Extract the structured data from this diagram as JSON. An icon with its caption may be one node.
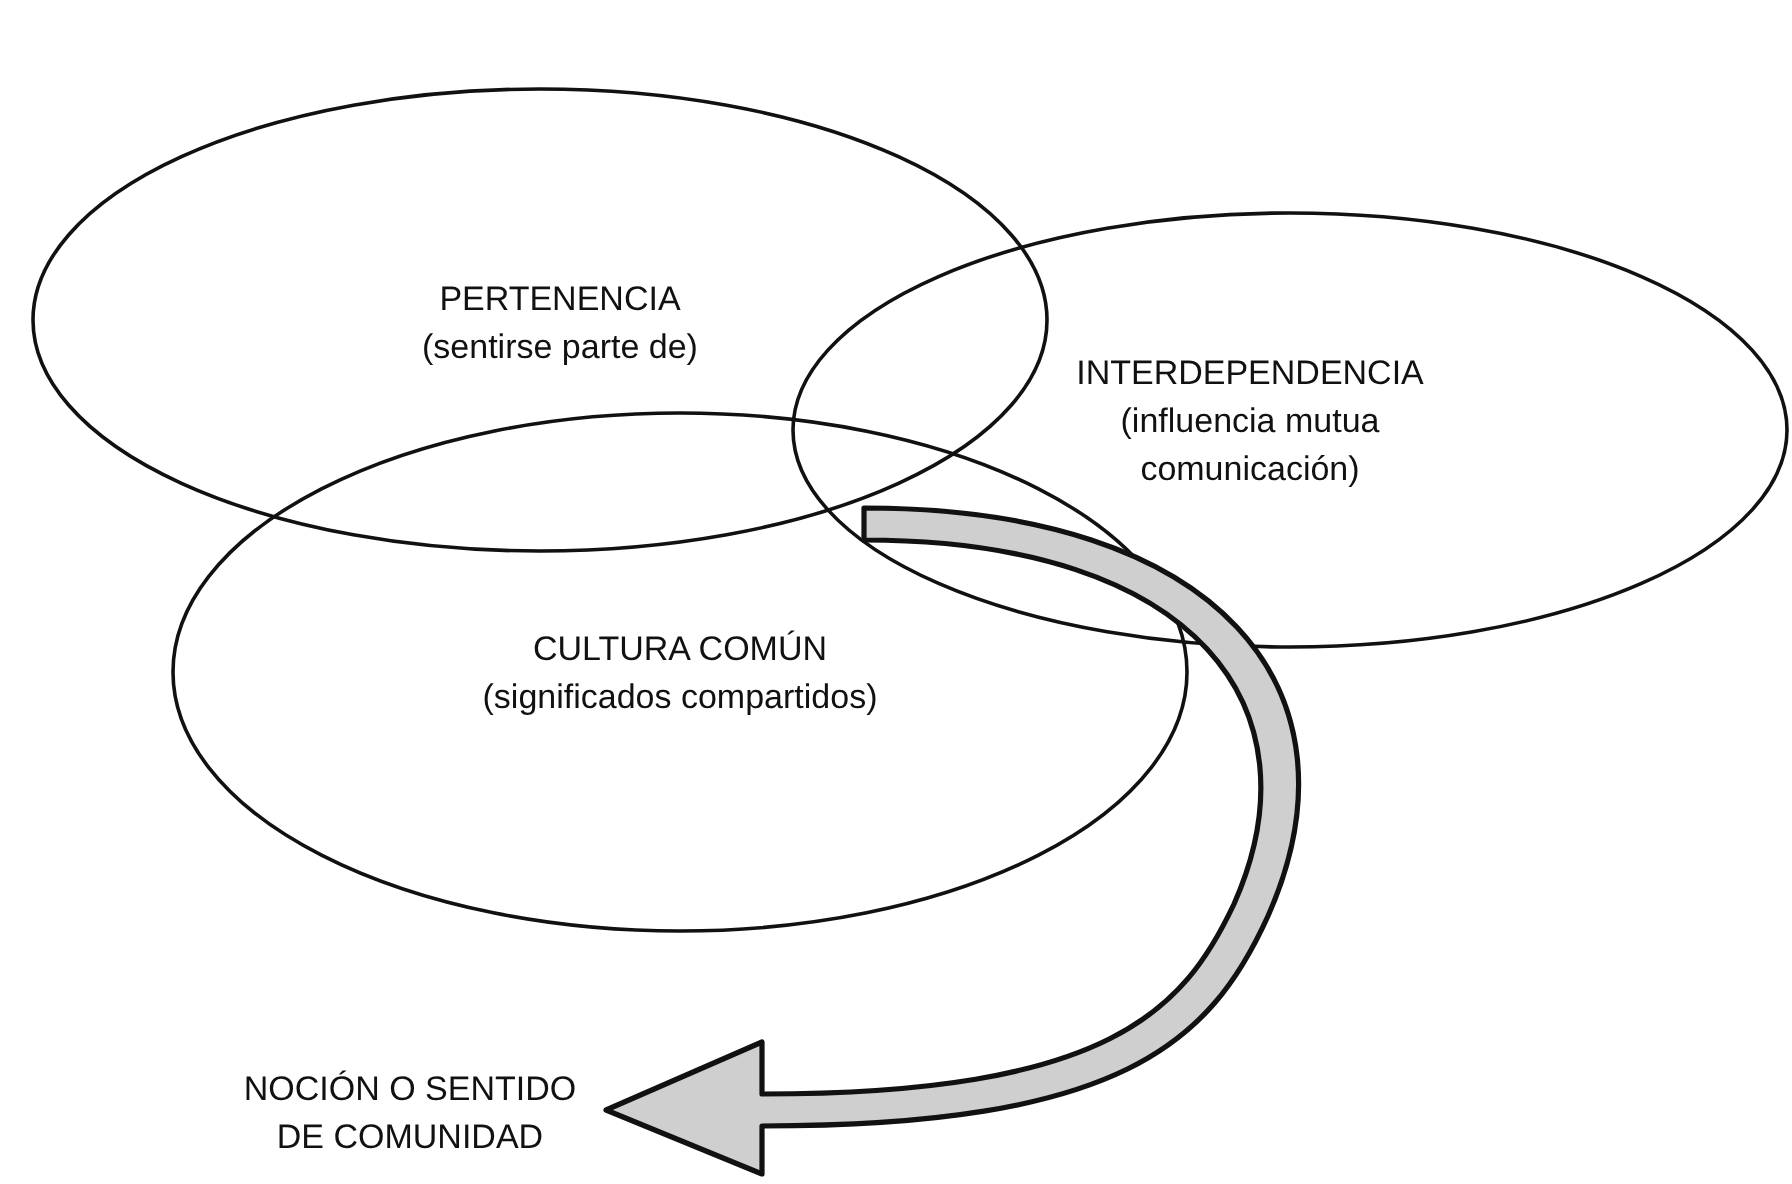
{
  "diagram": {
    "nodes": [
      {
        "text": [
          "PERTENENCIA",
          "(sentirse parte de)"
        ]
      },
      {
        "text": [
          "INTERDEPENDENCIA",
          "(influencia mutua comunicación)"
        ]
      },
      {
        "text": [
          "CULTURA COMÚN",
          "(significados compartidos)"
        ]
      },
      {
        "text": [
          "NOCIÓN O SENTIDO DE COMUNIDAD"
        ]
      }
    ],
    "edges": [
      {
        "from": null,
        "to": 3,
        "arrow": "to",
        "style": "thick"
      }
    ]
  }
}
